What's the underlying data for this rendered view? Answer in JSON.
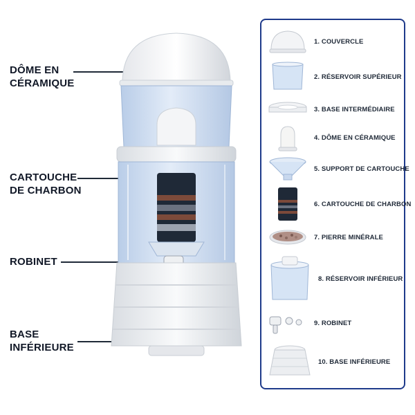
{
  "callouts": {
    "dome": [
      "DÔME EN",
      "CÉRAMIQUE"
    ],
    "cartridge": [
      "CARTOUCHE",
      "DE CHARBON"
    ],
    "tap": [
      "ROBINET"
    ],
    "base": [
      "BASE",
      "INFÉRIEURE"
    ]
  },
  "parts": [
    {
      "label": "1. COUVERCLE",
      "icon": "lid-icon"
    },
    {
      "label": "2. RÉSERVOIR SUPÉRIEUR",
      "icon": "upper-tank-icon"
    },
    {
      "label": "3. BASE INTERMÉDIAIRE",
      "icon": "middle-ring-icon"
    },
    {
      "label": "4. DÔME EN CÉRAMIQUE",
      "icon": "ceramic-dome-icon"
    },
    {
      "label": "5. SUPPORT DE CARTOUCHE",
      "icon": "cartridge-holder-icon"
    },
    {
      "label": "6. CARTOUCHE DE CHARBON",
      "icon": "carbon-cartridge-icon"
    },
    {
      "label": "7. PIERRE MINÉRALE",
      "icon": "mineral-stone-icon"
    },
    {
      "label": "8. RÉSERVOIR INFÉRIEUR",
      "icon": "lower-tank-icon"
    },
    {
      "label": "9. ROBINET",
      "icon": "tap-icon"
    },
    {
      "label": "10. BASE INFÉRIEURE",
      "icon": "lower-base-icon"
    }
  ],
  "colors": {
    "accent": "#1e3a8a",
    "white_plastic": "#f3f4f6",
    "clear_tank": "#cfe0f5",
    "carbon": "#1f2937"
  }
}
